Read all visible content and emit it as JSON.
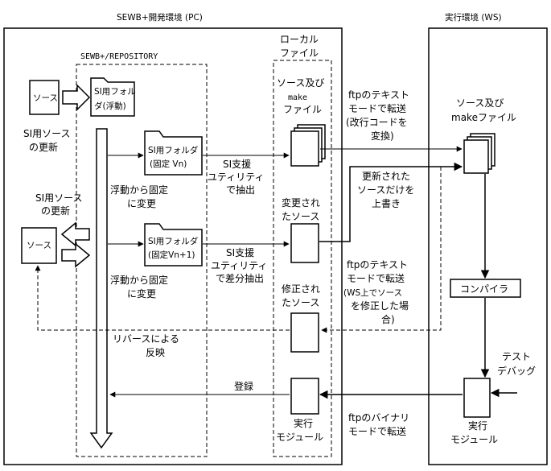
{
  "regions": {
    "pc_title": "SEWB+開発環境 (PC)",
    "ws_title": "実行環境 (WS)",
    "repository_title": "SEWB+/REPOSITORY",
    "local_title": [
      "ローカル",
      "ファイル"
    ]
  },
  "nodes": {
    "source_top": "ソース",
    "si_float_folder": [
      "SI用フォル",
      "ダ(浮動)"
    ],
    "si_fixed_vn": [
      "SI用フォルダ",
      "(固定 Vn)"
    ],
    "si_fixed_vn1": [
      "SI用フォルダ",
      "(固定Vn+1)"
    ],
    "source_bottom": "ソース",
    "local_source_make": [
      "ソース及び",
      "make",
      "ファイル"
    ],
    "changed_source": [
      "変更され",
      "たソース"
    ],
    "fixed_source": [
      "修正され",
      "たソース"
    ],
    "exec_module_local": [
      "実行",
      "モジュール"
    ],
    "ws_source_make": [
      "ソース及び",
      "makeファイル"
    ],
    "compiler": "コンパイラ",
    "exec_module_ws": [
      "実行",
      "モジュール"
    ],
    "test_debug": [
      "テスト",
      "デバッグ"
    ]
  },
  "labels": {
    "si_update_1": [
      "SI用ソース",
      "の更新"
    ],
    "si_update_2": [
      "SI用ソース",
      "の更新"
    ],
    "float_to_fixed_1": [
      "浮動から固定",
      "に変更"
    ],
    "float_to_fixed_2": [
      "浮動から固定",
      "に変更"
    ],
    "si_support_extract": [
      "SI支援",
      "ユティリティ",
      "で抽出"
    ],
    "si_support_diff": [
      "SI支援",
      "ユティリティ",
      "で差分抽出"
    ],
    "ftp_text_transfer": [
      "ftpのテキスト",
      "モードで転送",
      "(改行コードを",
      "変換)"
    ],
    "updated_overwrite": [
      "更新された",
      "ソースだけを",
      "上書き"
    ],
    "ftp_text_back": [
      "ftpのテキスト",
      "モードで転送",
      "(WS上でソース",
      "を修正した場",
      "合)"
    ],
    "reverse_reflect": [
      "リバースによる",
      "反映"
    ],
    "register": "登録",
    "ftp_binary": [
      "ftpのバイナリ",
      "モードで転送"
    ]
  }
}
